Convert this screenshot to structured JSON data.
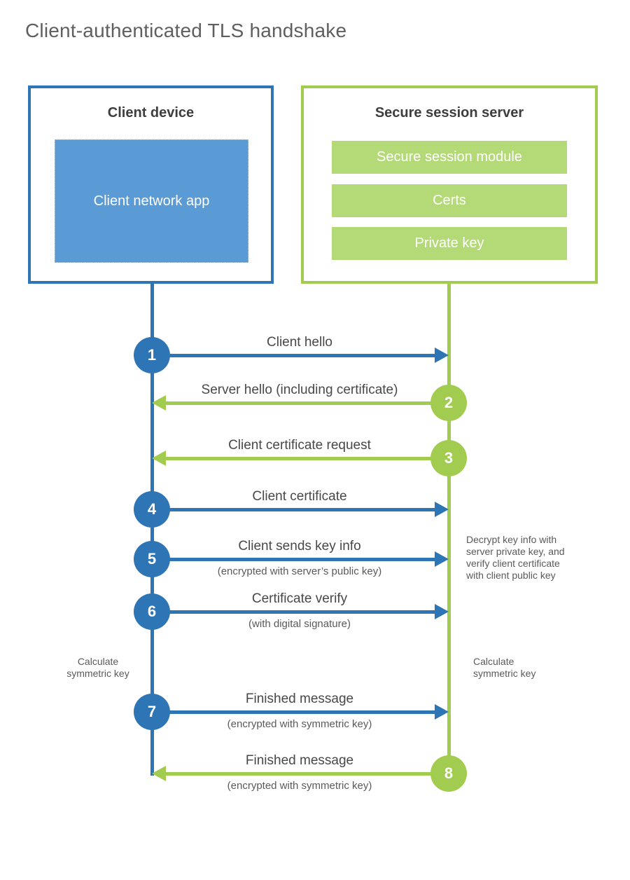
{
  "title": "Client-authenticated TLS handshake",
  "client_box": {
    "title": "Client device",
    "app_label": "Client network app"
  },
  "server_box": {
    "title": "Secure session server",
    "modules": [
      "Secure session module",
      "Certs",
      "Private key"
    ]
  },
  "messages": [
    {
      "num": "1",
      "label": "Client hello",
      "sublabel": "",
      "direction": "right",
      "color": "blue"
    },
    {
      "num": "2",
      "label": "Server hello (including certificate)",
      "sublabel": "",
      "direction": "left",
      "color": "green"
    },
    {
      "num": "3",
      "label": "Client certificate request",
      "sublabel": "",
      "direction": "left",
      "color": "green"
    },
    {
      "num": "4",
      "label": "Client certificate",
      "sublabel": "",
      "direction": "right",
      "color": "blue"
    },
    {
      "num": "5",
      "label": "Client sends key info",
      "sublabel": "(encrypted with server’s public key)",
      "direction": "right",
      "color": "blue"
    },
    {
      "num": "6",
      "label": "Certificate verify",
      "sublabel": "(with digital signature)",
      "direction": "right",
      "color": "blue"
    },
    {
      "num": "7",
      "label": "Finished message",
      "sublabel": "(encrypted with symmetric key)",
      "direction": "right",
      "color": "blue"
    },
    {
      "num": "8",
      "label": "Finished message",
      "sublabel": "(encrypted with symmetric key)",
      "direction": "left",
      "color": "green"
    }
  ],
  "notes": {
    "decrypt_note": "Decrypt key info with server private key, and verify client certificate with client public key",
    "calculate_left": "Calculate symmetric key",
    "calculate_right": "Calculate symmetric key"
  },
  "colors": {
    "blue": "#2E75B6",
    "blue_fill": "#5B9BD5",
    "green": "#A2CC4F",
    "green_fill": "#B4D977"
  }
}
